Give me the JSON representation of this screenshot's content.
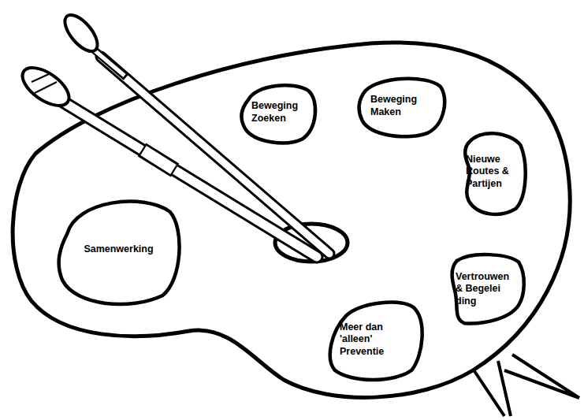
{
  "diagram": {
    "nodes": [
      {
        "text": [
          "Beweging Zoeken"
        ]
      },
      {
        "text": [
          "Beweging Maken"
        ]
      },
      {
        "text": [
          "Nieuwe Routes & Partijen"
        ]
      },
      {
        "text": [
          "Samenwerking"
        ]
      },
      {
        "text": [
          "Vertrouwen & Begelei ding"
        ]
      },
      {
        "text": [
          "Meer dan 'alleen' Preventie"
        ]
      }
    ]
  }
}
